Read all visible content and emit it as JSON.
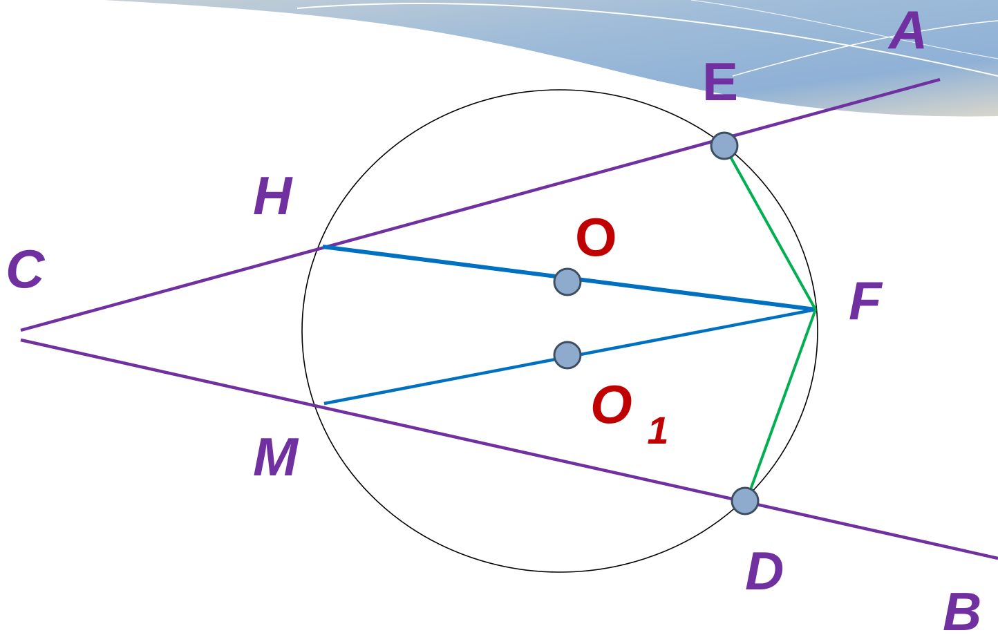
{
  "colors": {
    "ray": "#7030a0",
    "blue_segment": "#0070c0",
    "green_segment": "#00b050",
    "red_label": "#c00000",
    "point_fill": "#8eabce",
    "point_stroke": "#3d4e60",
    "circle": "#000000",
    "banner_gradient": [
      "#c5cfd6",
      "#9fbcd8",
      "#8fb1d6",
      "#d8d6cc"
    ]
  },
  "labels": {
    "A": "A",
    "B": "B",
    "C": "C",
    "D": "D",
    "E": "E",
    "F": "F",
    "H": "H",
    "M": "M",
    "O": "O",
    "O1_letter": "O",
    "O1_subscript": "1"
  }
}
